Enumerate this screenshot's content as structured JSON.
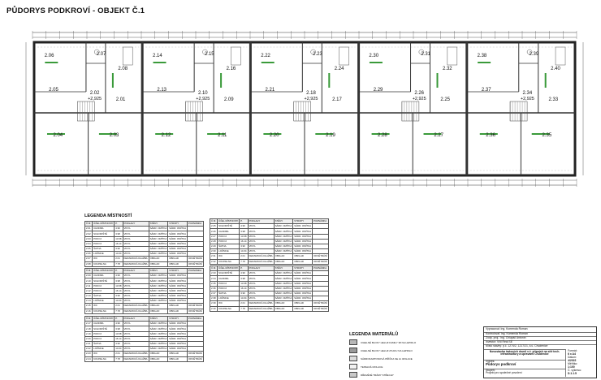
{
  "title": "PŮDORYS PODKROVÍ - OBJEKT Č.1",
  "plan": {
    "units": [
      {
        "rooms": [
          "2.01",
          "2.02",
          "2.03",
          "2.04",
          "2.05",
          "2.06",
          "2.07",
          "2.08"
        ],
        "level": "+2,925"
      },
      {
        "rooms": [
          "2.09",
          "2.10",
          "2.11",
          "2.12",
          "2.13",
          "2.14",
          "2.15",
          "2.16"
        ],
        "level": "+2,925"
      },
      {
        "rooms": [
          "2.17",
          "2.18",
          "2.19",
          "2.20",
          "2.21",
          "2.22",
          "2.23",
          "2.24"
        ],
        "level": "+2,925"
      },
      {
        "rooms": [
          "2.25",
          "2.26",
          "2.27",
          "2.28",
          "2.29",
          "2.30",
          "2.31",
          "2.32"
        ],
        "level": "+2,925"
      },
      {
        "rooms": [
          "2.33",
          "2.34",
          "2.35",
          "2.36",
          "2.37",
          "2.38",
          "2.39",
          "2.40"
        ],
        "level": "+2,925"
      }
    ]
  },
  "legend_rooms": {
    "title": "LEGENDA MÍSTNOSTÍ",
    "headers": [
      "Č.M.",
      "ÚČEL MÍSTNOSTI",
      "P.",
      "PODLAHY",
      "STĚNY",
      "STROPY",
      "POZNÁMKA"
    ],
    "tables": [
      {
        "rows": [
          [
            "2.01",
            "CHODBA",
            "4.96",
            "VINYL",
            "SÁDR. OMÍTKA",
            "SÁDR. OMÍTKA",
            ""
          ],
          [
            "2.02",
            "SCHODIŠTĚ",
            "3.98",
            "VINYL",
            "SÁDR. OMÍTKA",
            "SÁDR. OMÍTKA",
            ""
          ],
          [
            "2.03",
            "POKOJ",
            "13.68",
            "VINYL",
            "SÁDR. OMÍTKA",
            "SÁDR. OMÍTKA",
            ""
          ],
          [
            "2.04",
            "POKOJ",
            "16.14",
            "VINYL",
            "SÁDR. OMÍTKA",
            "SÁDR. OMÍTKA",
            ""
          ],
          [
            "2.05",
            "ŠATNA",
            "3.90",
            "VINYL",
            "SÁDR. OMÍTKA",
            "SÁDR. OMÍTKA",
            ""
          ],
          [
            "2.06",
            "LOŽNICE",
            "14.64",
            "VINYL",
            "SÁDR. OMÍTKA",
            "SÁDR. OMÍTKA",
            ""
          ],
          [
            "2.07",
            "WC",
            "2.01",
            "KERAMICKÁ DLAŽBA",
            "OBKLAD",
            "OBKLAD",
            "ODVĚTRÁNÍ"
          ],
          [
            "2.08",
            "KOUPELNA",
            "7.78",
            "KERAMICKÁ DLAŽBA",
            "OBKLAD",
            "OBKLAD",
            "ODVĚTRÁNÍ"
          ]
        ]
      },
      {
        "rows": [
          [
            "2.09",
            "CHODBA",
            "4.96",
            "VINYL",
            "SÁDR. OMÍTKA",
            "SÁDR. OMÍTKA",
            ""
          ],
          [
            "2.10",
            "SCHODIŠTĚ",
            "3.98",
            "VINYL",
            "SÁDR. OMÍTKA",
            "SÁDR. OMÍTKA",
            ""
          ],
          [
            "2.11",
            "POKOJ",
            "13.68",
            "VINYL",
            "SÁDR. OMÍTKA",
            "SÁDR. OMÍTKA",
            ""
          ],
          [
            "2.12",
            "POKOJ",
            "16.14",
            "VINYL",
            "SÁDR. OMÍTKA",
            "SÁDR. OMÍTKA",
            ""
          ],
          [
            "2.13",
            "ŠATNA",
            "3.90",
            "VINYL",
            "SÁDR. OMÍTKA",
            "SÁDR. OMÍTKA",
            ""
          ],
          [
            "2.14",
            "LOŽNICE",
            "14.64",
            "VINYL",
            "SÁDR. OMÍTKA",
            "SÁDR. OMÍTKA",
            ""
          ],
          [
            "2.15",
            "WC",
            "2.01",
            "KERAMICKÁ DLAŽBA",
            "OBKLAD",
            "OBKLAD",
            "ODVĚTRÁNÍ"
          ],
          [
            "2.16",
            "KOUPELNA",
            "7.78",
            "KERAMICKÁ DLAŽBA",
            "OBKLAD",
            "OBKLAD",
            "ODVĚTRÁNÍ"
          ]
        ]
      },
      {
        "rows": [
          [
            "2.17",
            "CHODBA",
            "4.96",
            "VINYL",
            "SÁDR. OMÍTKA",
            "SÁDR. OMÍTKA",
            ""
          ],
          [
            "2.18",
            "SCHODIŠTĚ",
            "3.98",
            "VINYL",
            "SÁDR. OMÍTKA",
            "SÁDR. OMÍTKA",
            ""
          ],
          [
            "2.19",
            "POKOJ",
            "13.68",
            "VINYL",
            "SÁDR. OMÍTKA",
            "SÁDR. OMÍTKA",
            ""
          ],
          [
            "2.20",
            "POKOJ",
            "16.14",
            "VINYL",
            "SÁDR. OMÍTKA",
            "SÁDR. OMÍTKA",
            ""
          ],
          [
            "2.21",
            "ŠATNA",
            "3.90",
            "VINYL",
            "SÁDR. OMÍTKA",
            "SÁDR. OMÍTKA",
            ""
          ],
          [
            "2.22",
            "LOŽNICE",
            "14.64",
            "VINYL",
            "SÁDR. OMÍTKA",
            "SÁDR. OMÍTKA",
            ""
          ],
          [
            "2.23",
            "WC",
            "2.01",
            "KERAMICKÁ DLAŽBA",
            "OBKLAD",
            "OBKLAD",
            "ODVĚTRÁNÍ"
          ],
          [
            "2.24",
            "KOUPELNA",
            "7.78",
            "KERAMICKÁ DLAŽBA",
            "OBKLAD",
            "OBKLAD",
            "ODVĚTRÁNÍ"
          ]
        ]
      },
      {
        "rows": [
          [
            "2.25",
            "SCHODIŠTĚ",
            "4.96",
            "VINYL",
            "SÁDR. OMÍTKA",
            "SÁDR. OMÍTKA",
            ""
          ],
          [
            "2.26",
            "CHODBA",
            "3.98",
            "VINYL",
            "SÁDR. OMÍTKA",
            "SÁDR. OMÍTKA",
            ""
          ],
          [
            "2.27",
            "POKOJ",
            "13.68",
            "VINYL",
            "SÁDR. OMÍTKA",
            "SÁDR. OMÍTKA",
            ""
          ],
          [
            "2.28",
            "POKOJ",
            "16.14",
            "VINYL",
            "SÁDR. OMÍTKA",
            "SÁDR. OMÍTKA",
            ""
          ],
          [
            "2.29",
            "ŠATNA",
            "3.90",
            "VINYL",
            "SÁDR. OMÍTKA",
            "SÁDR. OMÍTKA",
            ""
          ],
          [
            "2.30",
            "LOŽNICE",
            "14.64",
            "VINYL",
            "SÁDR. OMÍTKA",
            "SÁDR. OMÍTKA",
            ""
          ],
          [
            "2.31",
            "WC",
            "2.01",
            "KERAMICKÁ DLAŽBA",
            "OBKLAD",
            "OBKLAD",
            "ODVĚTRÁNÍ"
          ],
          [
            "2.32",
            "KOUPELNA",
            "7.78",
            "KERAMICKÁ DLAŽBA",
            "OBKLAD",
            "OBKLAD",
            "ODVĚTRÁNÍ"
          ]
        ]
      },
      {
        "rows": [
          [
            "2.33",
            "SCHODIŠTĚ",
            "4.96",
            "VINYL",
            "SÁDR. OMÍTKA",
            "SÁDR. OMÍTKA",
            ""
          ],
          [
            "2.34",
            "CHODBA",
            "3.98",
            "VINYL",
            "SÁDR. OMÍTKA",
            "SÁDR. OMÍTKA",
            ""
          ],
          [
            "2.35",
            "POKOJ",
            "13.68",
            "VINYL",
            "SÁDR. OMÍTKA",
            "SÁDR. OMÍTKA",
            ""
          ],
          [
            "2.36",
            "POKOJ",
            "16.14",
            "VINYL",
            "SÁDR. OMÍTKA",
            "SÁDR. OMÍTKA",
            ""
          ],
          [
            "2.37",
            "ŠATNA",
            "3.90",
            "VINYL",
            "SÁDR. OMÍTKA",
            "SÁDR. OMÍTKA",
            ""
          ],
          [
            "2.38",
            "LOŽNICE",
            "14.64",
            "VINYL",
            "SÁDR. OMÍTKA",
            "SÁDR. OMÍTKA",
            ""
          ],
          [
            "2.39",
            "WC",
            "2.01",
            "KERAMICKÁ DLAŽBA",
            "OBKLAD",
            "OBKLAD",
            "ODVĚTRÁNÍ"
          ],
          [
            "2.40",
            "KOUPELNA",
            "7.78",
            "KERAMICKÁ DLAŽBA",
            "OBKLAD",
            "OBKLAD",
            "ODVĚTRÁNÍ"
          ]
        ]
      }
    ]
  },
  "legend_materials": {
    "title": "LEGENDA MATERIÁLŮ",
    "items": [
      {
        "label": "CIHELNÉ BLOKY HELUZ FAMILY 38 NA LEPIDLO",
        "color": "#b8b8b8"
      },
      {
        "label": "CIHELNÉ BLOKY HELUZ 25 AKU NA LEPIDLO",
        "color": "#9a9a9a"
      },
      {
        "label": "SÁDROKARTONOVÁ PŘÍČKA SE 2x IZOLACE",
        "color": "#dcdcdc"
      },
      {
        "label": "TEPELNÁ IZOLACE",
        "color": "#f2f2f2"
      },
      {
        "label": "DŘEVĚNÉ TRÁMY STŘECHY",
        "color": "#c9c9c9"
      }
    ]
  },
  "title_block": {
    "rows": [
      "Vypracoval: Ing. Komenda Roman",
      "Kontroloval: Ing. Komenda Roman",
      "Zodp. proj.: Ing. Chlupáč Antonín",
      "Investor: VNI Real SE",
      "Místo stavby: p.č. 1274/2, 1217/21, k.ú. Chudenice"
    ],
    "project": "Novostavba řadových domů v.č. přípojek na sítě tech. infrastruktury a úpravami Chudenice",
    "drawing_label": "Výkres:",
    "drawing": "Půdorys podkroví",
    "stage_label": "Stupeň:",
    "stage": "Projekt pro společné povolení",
    "format_label": "Formát:",
    "format": "6 x A4",
    "date_label": "Datum:",
    "date": "4/2022",
    "scale_label": "Měřítko:",
    "scale": "1:100",
    "number_label": "Č. výkresu:",
    "number": "D.1.1.5"
  }
}
